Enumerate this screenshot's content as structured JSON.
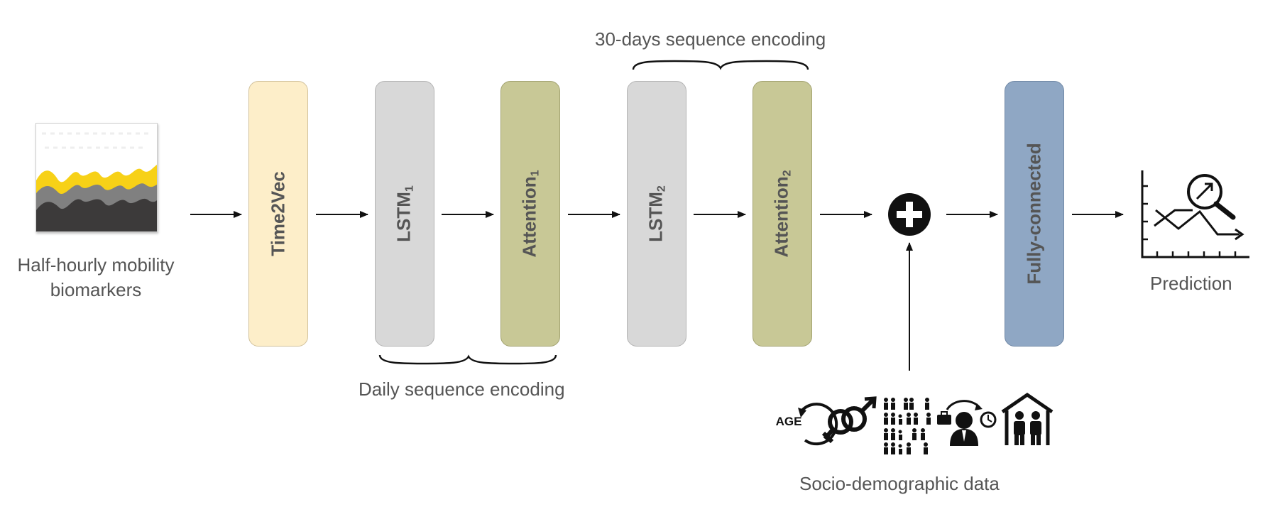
{
  "input": {
    "label_line1": "Half-hourly mobility",
    "label_line2": "biomarkers",
    "wave_colors": [
      "#f7d117",
      "#808080",
      "#3c3a3a"
    ]
  },
  "blocks": [
    {
      "id": "time2vec",
      "label": "Time2Vec",
      "sub": "",
      "color": "#fdeec9"
    },
    {
      "id": "lstm1",
      "label": "LSTM",
      "sub": "1",
      "color": "#d8d8d8"
    },
    {
      "id": "attention1",
      "label": "Attention",
      "sub": "1",
      "color": "#c8c896"
    },
    {
      "id": "lstm2",
      "label": "LSTM",
      "sub": "2",
      "color": "#d8d8d8"
    },
    {
      "id": "attention2",
      "label": "Attention",
      "sub": "2",
      "color": "#c8c896"
    },
    {
      "id": "fully-connected",
      "label": "Fully-connected",
      "sub": "",
      "color": "#8fa7c4"
    }
  ],
  "braces": {
    "daily": "Daily sequence encoding",
    "thirty_days": "30-days sequence encoding"
  },
  "combine": {
    "symbol": "+",
    "icon": "plus-circle-icon"
  },
  "socio": {
    "label": "Socio-demographic data",
    "age_text": "AGE",
    "icons": [
      "age-icon",
      "gender-icon",
      "family-icon",
      "employment-icon",
      "household-icon"
    ]
  },
  "output": {
    "label": "Prediction",
    "icon": "prediction-chart-icon"
  }
}
